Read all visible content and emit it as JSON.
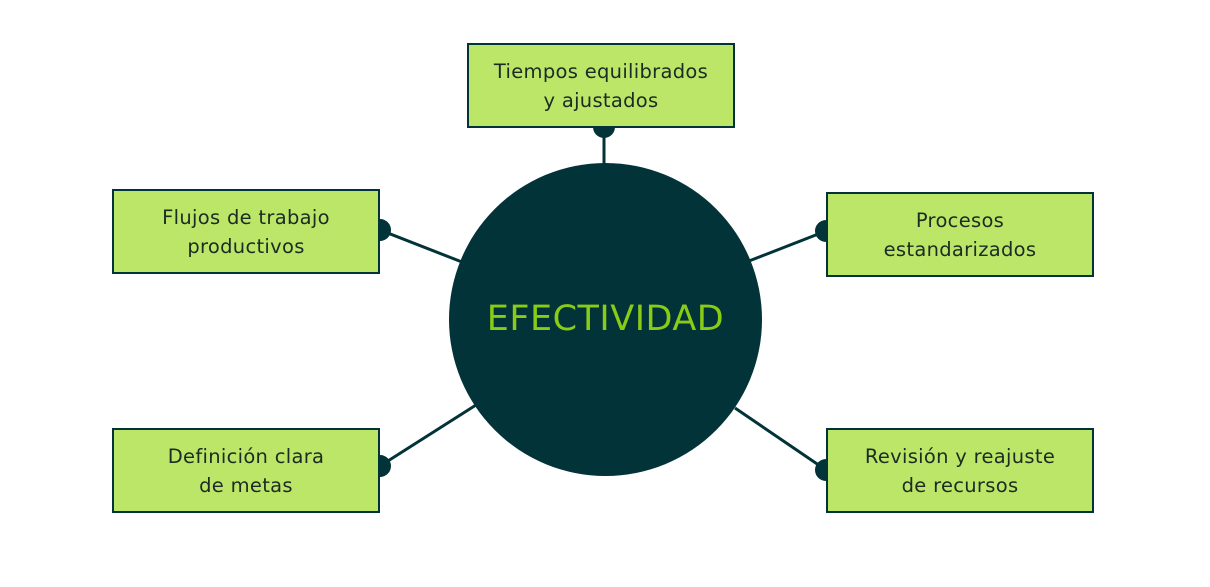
{
  "center": {
    "title": "EFECTIVIDAD"
  },
  "nodes": {
    "top": {
      "line1": "Tiempos equilibrados",
      "line2": "y ajustados"
    },
    "top_left": {
      "line1": "Flujos de trabajo",
      "line2": "productivos"
    },
    "top_right": {
      "line1": "Procesos",
      "line2": "estandarizados"
    },
    "bottom_left": {
      "line1": "Definición clara",
      "line2": "de metas"
    },
    "bottom_right": {
      "line1": "Revisión y reajuste",
      "line2": "de recursos"
    }
  },
  "colors": {
    "center_fill": "#023338",
    "center_text": "#88cc16",
    "box_fill": "#bce667",
    "box_border": "#023338",
    "connector": "#023338",
    "box_text": "#1c2b24"
  }
}
